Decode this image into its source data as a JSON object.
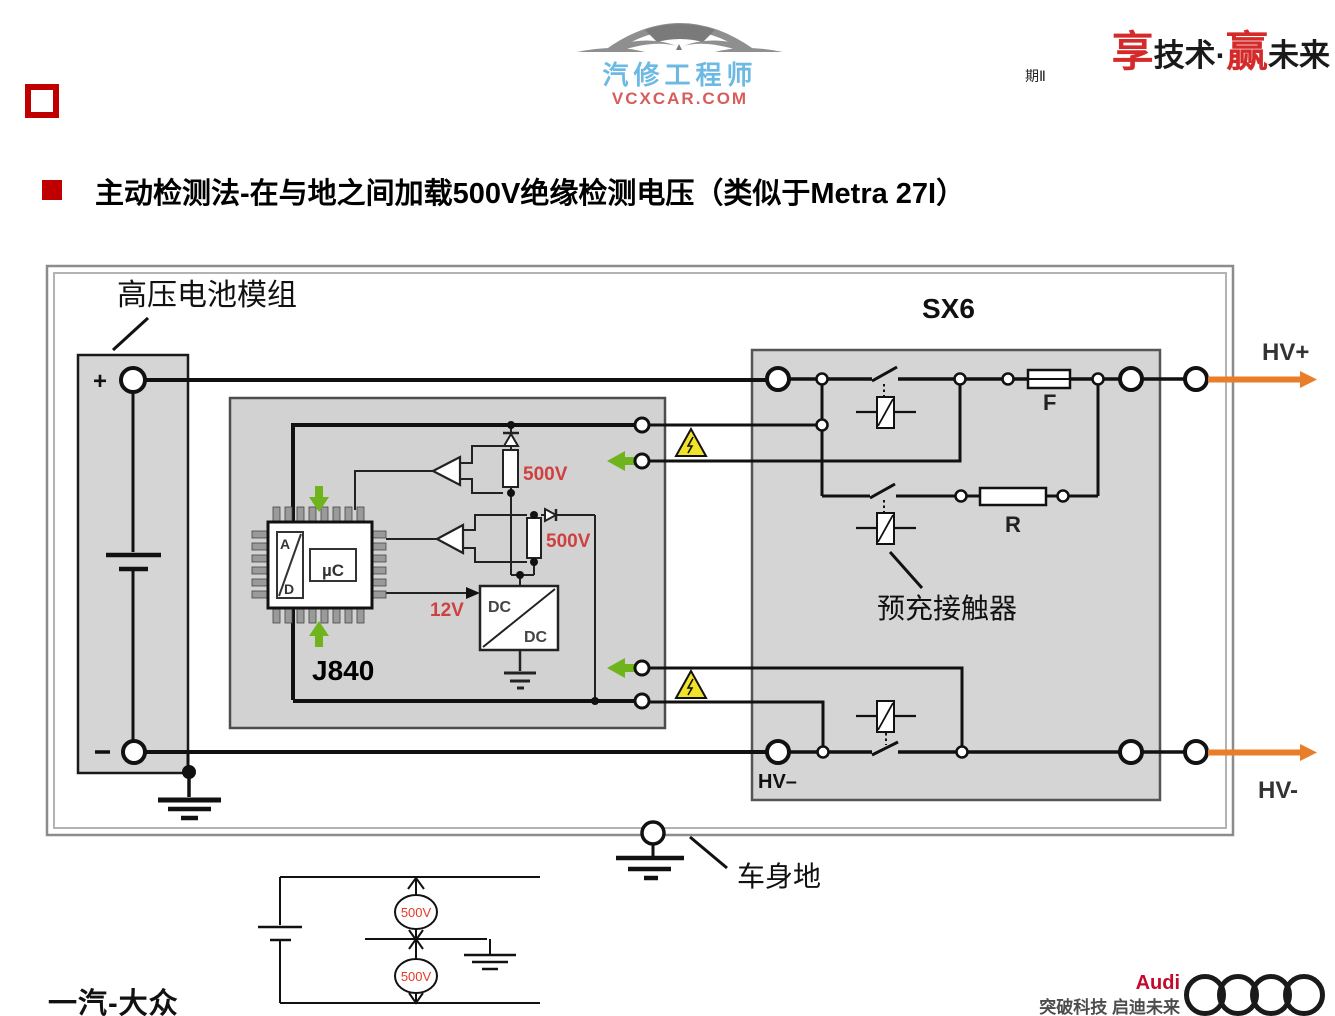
{
  "header": {
    "site_name": "汽修工程师",
    "site_domain": "VCXCAR.COM",
    "issue": "期Ⅱ",
    "slogan": [
      "享",
      "技术",
      "·",
      "赢",
      "未来"
    ]
  },
  "title": {
    "text": "主动检测法-在与地之间加载500V绝缘检测电压（类似于Metra 27I）"
  },
  "diagram": {
    "battery_label": "高压电池模组",
    "battery_plus": "+",
    "sx6_label": "SX6",
    "j840_label": "J840",
    "ad_a": "A",
    "ad_d": "D",
    "uc_label": "µC",
    "v500_upper": "500V",
    "v500_lower": "500V",
    "v12": "12V",
    "dc_top": "DC",
    "dc_bottom": "DC",
    "fuse_label": "F",
    "resistor_label": "R",
    "precharge_label": "预充接触器",
    "hv_plus": "HV+",
    "hv_minus": "HV-",
    "hv_minus_inner": "HV–",
    "body_ground_label": "车身地"
  },
  "mini_circuit": {
    "v500_top": "500V",
    "v500_bottom": "500V"
  },
  "footer": {
    "faw": "一汽-大众",
    "audi": "Audi",
    "audi_slogan": "突破科技 启迪未来"
  },
  "colors": {
    "accent_red": "#c00000",
    "slogan_red": "#d42a2a",
    "label_red": "#cf4040",
    "mini_red": "#e8392b",
    "green_arrow": "#6fb41c",
    "orange_arrow": "#e87d2a",
    "warning_yellow": "#f0e32a",
    "box_gray": "#d5d5d5",
    "logo_blue": "#6cb9e3",
    "logo_red": "#d85c5c"
  }
}
